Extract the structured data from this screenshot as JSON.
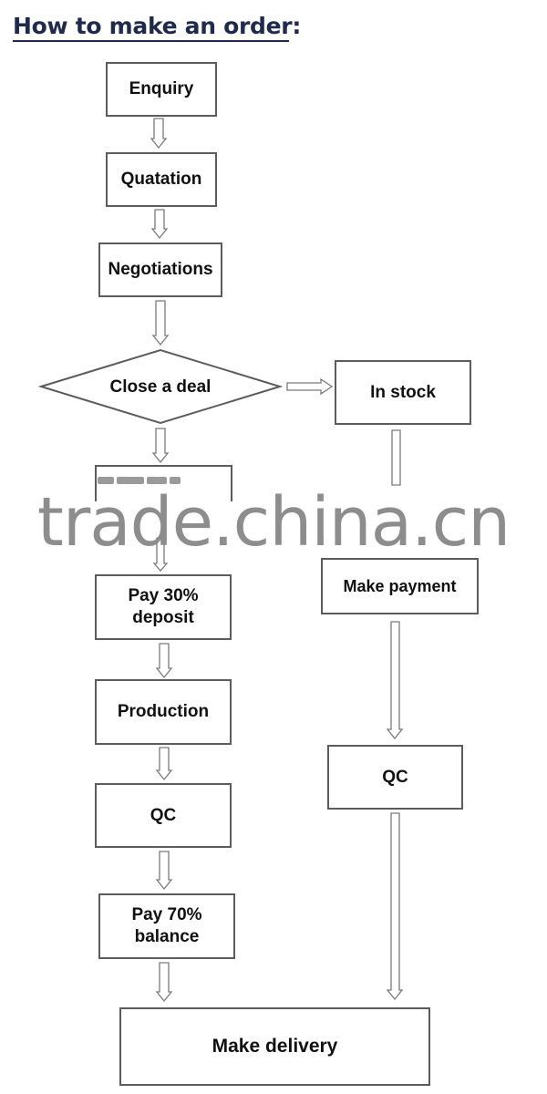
{
  "title": "How to make an order:",
  "watermark": "trade.china.cn",
  "steps": {
    "enquiry": "Enquiry",
    "quotation": "Quatation",
    "negotiations": "Negotiations",
    "close_deal": "Close a deal",
    "in_stock": "In stock",
    "make_payment": "Make payment",
    "qc_stock": "QC",
    "pay_deposit": "Pay 30%\ndeposit",
    "production": "Production",
    "qc_production": "QC",
    "pay_balance": "Pay 70%\nbalance",
    "make_delivery": "Make delivery"
  },
  "colors": {
    "title": "#1f2a4d",
    "box_border": "#5c5c5c",
    "watermark": "#8d8d8d"
  }
}
